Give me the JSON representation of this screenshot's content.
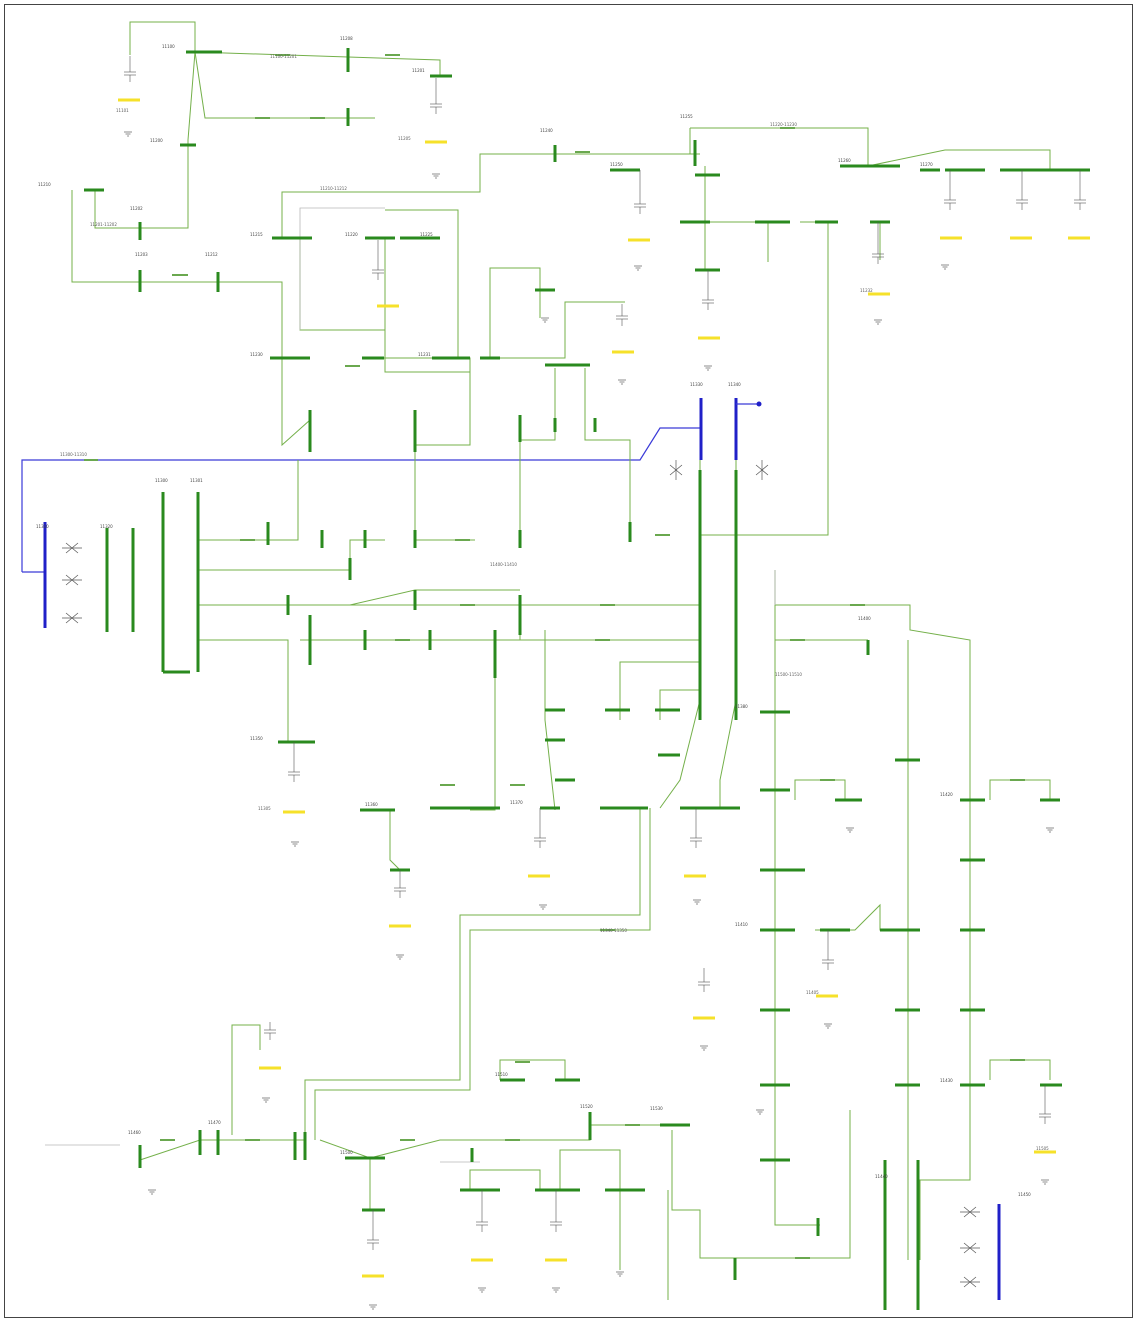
{
  "diagram": {
    "colors": {
      "bus": "#2a8a1e",
      "line": "#74b04a",
      "hv_line": "#3a3ad8",
      "generator": "#f6e12a",
      "frame": "#444444"
    },
    "buses": [
      {
        "id": "b1",
        "label": "11100"
      },
      {
        "id": "b2",
        "label": "11208"
      },
      {
        "id": "b3",
        "label": "11201"
      },
      {
        "id": "b4",
        "label": "11200"
      },
      {
        "id": "b5",
        "label": "11210"
      },
      {
        "id": "b6",
        "label": "11202"
      },
      {
        "id": "b7",
        "label": "11203"
      },
      {
        "id": "b8",
        "label": "11212"
      },
      {
        "id": "b9",
        "label": "11215"
      },
      {
        "id": "b10",
        "label": "11220"
      },
      {
        "id": "b11",
        "label": "11225"
      },
      {
        "id": "b12",
        "label": "11230"
      },
      {
        "id": "b13",
        "label": "11231"
      },
      {
        "id": "b14",
        "label": "11240"
      },
      {
        "id": "b15",
        "label": "11250"
      },
      {
        "id": "b16",
        "label": "11255"
      },
      {
        "id": "b17",
        "label": "11260"
      },
      {
        "id": "b18",
        "label": "11270"
      },
      {
        "id": "b19",
        "label": "11300"
      },
      {
        "id": "b20",
        "label": "11301"
      },
      {
        "id": "b21",
        "label": "11310"
      },
      {
        "id": "b22",
        "label": "11320"
      },
      {
        "id": "b23",
        "label": "11330"
      },
      {
        "id": "b24",
        "label": "11340"
      },
      {
        "id": "b25",
        "label": "11350"
      },
      {
        "id": "b26",
        "label": "11360"
      },
      {
        "id": "b27",
        "label": "11370"
      },
      {
        "id": "b28",
        "label": "11380"
      },
      {
        "id": "b29",
        "label": "11400"
      },
      {
        "id": "b30",
        "label": "11410"
      },
      {
        "id": "b31",
        "label": "11420"
      },
      {
        "id": "b32",
        "label": "11430"
      },
      {
        "id": "b33",
        "label": "11440"
      },
      {
        "id": "b34",
        "label": "11450"
      },
      {
        "id": "b35",
        "label": "11460"
      },
      {
        "id": "b36",
        "label": "11470"
      },
      {
        "id": "b37",
        "label": "11500"
      },
      {
        "id": "b38",
        "label": "11510"
      },
      {
        "id": "b39",
        "label": "11520"
      },
      {
        "id": "b40",
        "label": "11530"
      }
    ],
    "lines": [
      {
        "id": "l1",
        "label": "11100-11201"
      },
      {
        "id": "l2",
        "label": "11201-11202"
      },
      {
        "id": "l3",
        "label": "11210-11212"
      },
      {
        "id": "l4",
        "label": "11220-11230"
      },
      {
        "id": "l5",
        "label": "11300-11310"
      },
      {
        "id": "l6",
        "label": "11400-11410"
      },
      {
        "id": "l7",
        "label": "11500-11510"
      },
      {
        "id": "l8",
        "label": "11340-11350"
      }
    ],
    "generators": [
      {
        "id": "g1",
        "label": "11101"
      },
      {
        "id": "g2",
        "label": "11205"
      },
      {
        "id": "g3",
        "label": "11232"
      },
      {
        "id": "g4",
        "label": "11305"
      },
      {
        "id": "g5",
        "label": "11405"
      },
      {
        "id": "g6",
        "label": "11505"
      }
    ]
  }
}
